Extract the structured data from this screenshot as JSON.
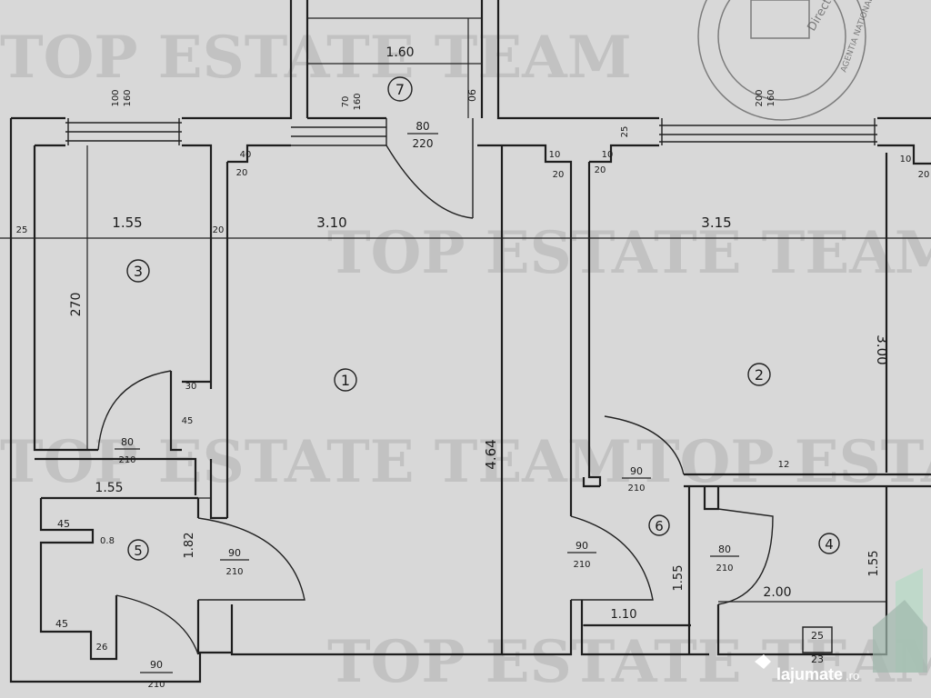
{
  "watermark": {
    "text": "TOP ESTATE TEAM"
  },
  "stamp": {
    "text": "AGENTIA NATIONALA DE CADASTRU SI PUBLICITATE IMOBILIARA",
    "fragment": "Directia"
  },
  "rooms": [
    {
      "number": "1"
    },
    {
      "number": "2"
    },
    {
      "number": "3"
    },
    {
      "number": "4"
    },
    {
      "number": "5"
    },
    {
      "number": "6"
    },
    {
      "number": "7"
    }
  ],
  "dimensions": {
    "balcony_width": "1.60",
    "balcony_depth": "90",
    "balcony_window_top": "70",
    "balcony_window_bottom": "160",
    "balcony_door_top": "80",
    "balcony_door_bottom": "220",
    "room3_window_top": "100",
    "room3_window_bottom": "160",
    "room2_window_top": "200",
    "room2_window_bottom": "160",
    "wall_25_left": "25",
    "wall_20_left": "20",
    "wall_40_a": "40",
    "wall_20_a": "20",
    "wall_10_b": "10",
    "wall_20_b": "20",
    "wall_10_c": "10",
    "wall_20_c": "20",
    "wall_25_top": "25",
    "wall_10_d": "10",
    "wall_20_d": "20",
    "room3_width": "1.55",
    "room1_width": "3.10",
    "room2_width": "3.15",
    "room3_height": "270",
    "room1_height": "4.64",
    "room2_height": "3.00",
    "wall_30": "30",
    "wall_45": "45",
    "door3_top": "80",
    "door3_bottom": "210",
    "room5_width": "1.55",
    "wall_45_a": "45",
    "wall_08": "0.8",
    "room5_height": "1.82",
    "door5_top": "90",
    "door5_bottom": "210",
    "wall_45_b": "45",
    "wall_26": "26",
    "entry_door_top": "90",
    "entry_door_bottom": "210",
    "door6_top": "90",
    "door6_bottom": "210",
    "wall_12": "12",
    "door1_top": "90",
    "door1_bottom": "210",
    "room6_height": "1.55",
    "room6_width": "1.10",
    "door4_top": "80",
    "door4_bottom": "210",
    "room4_width": "2.00",
    "room4_height": "1.55",
    "shaft_top": "25",
    "shaft_bottom": "23"
  },
  "badge": {
    "text": "lajumate",
    "suffix": ".ro"
  }
}
